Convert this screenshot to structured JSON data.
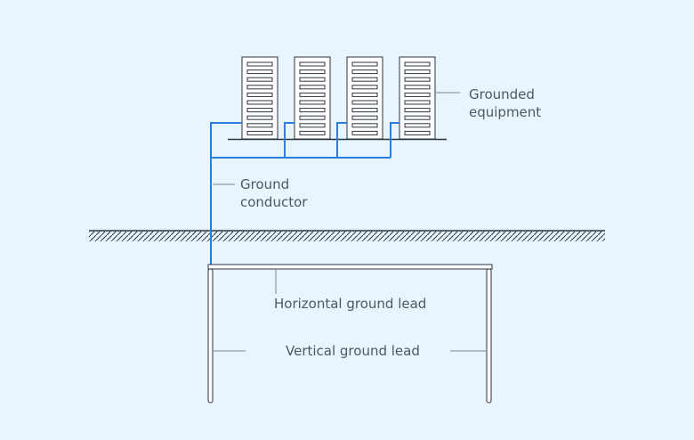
{
  "labels": {
    "grounded_equipment": [
      "Grounded",
      "equipment"
    ],
    "ground_conductor": [
      "Ground",
      "conductor"
    ],
    "horizontal_ground_lead": "Horizontal ground lead",
    "vertical_ground_lead": "Vertical ground lead"
  },
  "equipment": {
    "rack_count": 4,
    "slots_per_rack": 10
  },
  "colors": {
    "background": "#e8f5fd",
    "line": "#2c3440",
    "conductor": "#2a7de1",
    "rack_fill": "#ffffff",
    "label_text": "#4a5968",
    "leader_line": "#7d8894"
  }
}
